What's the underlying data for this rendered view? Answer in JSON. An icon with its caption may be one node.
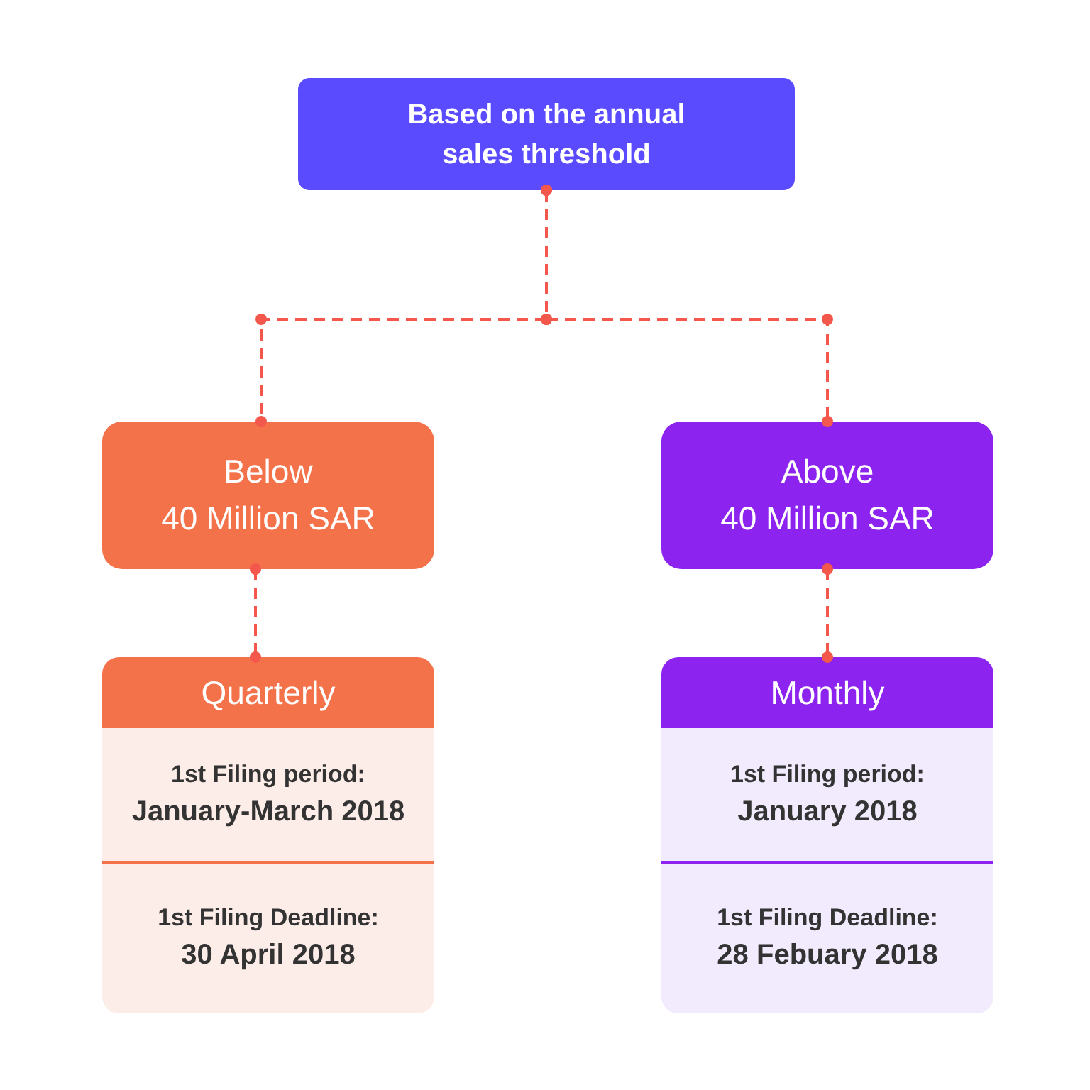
{
  "diagram": {
    "nodes": [
      {
        "text": [
          "Based on the annual sales threshold"
        ]
      },
      {
        "text": [
          "Below",
          "40 Million SAR"
        ]
      },
      {
        "text": [
          "Above",
          "40 Million SAR"
        ]
      },
      {
        "text": [
          "Quarterly"
        ]
      },
      {
        "text": [
          "1st Filing period:",
          "January-March 2018"
        ],
        "in": 3
      },
      {
        "text": [
          "1st Filing Deadline:",
          "30 April 2018"
        ],
        "in": 3
      },
      {
        "text": [
          "Monthly"
        ]
      },
      {
        "text": [
          "1st Filing period:",
          "January 2018"
        ],
        "in": 6
      },
      {
        "text": [
          "1st Filing Deadline:",
          "28 Febuary 2018"
        ],
        "in": 6
      }
    ],
    "edges": [
      {
        "from": 0,
        "to": 1,
        "arrow": "other",
        "style": "dashed"
      },
      {
        "from": 0,
        "to": 2,
        "arrow": "other",
        "style": "dashed"
      },
      {
        "from": 1,
        "to": 3,
        "arrow": "other",
        "style": "dashed"
      },
      {
        "from": 2,
        "to": 6,
        "arrow": "other",
        "style": "dashed"
      }
    ]
  }
}
